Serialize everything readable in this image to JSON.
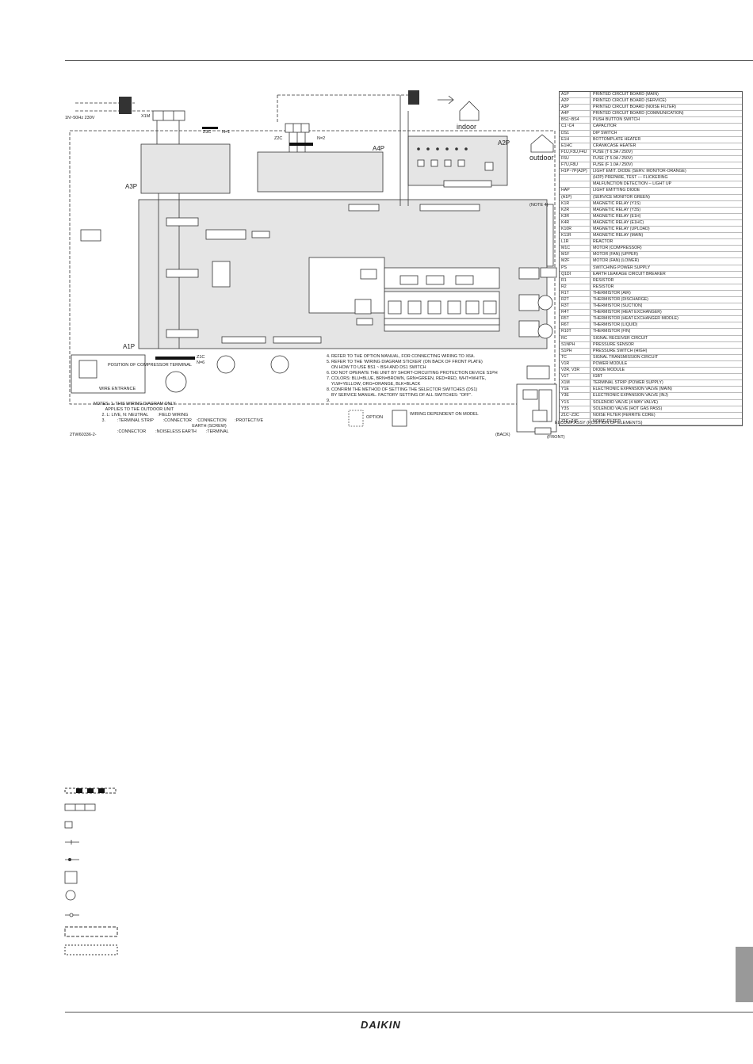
{
  "labels": {
    "power": "1N~50Hz 230V",
    "indoor": "indoor",
    "outdoor": "outdoor",
    "a1p": "A1P",
    "a2p": "A2P",
    "a3p": "A3P",
    "a4p": "A4P",
    "x1m": "X1M",
    "z2c": "Z2C",
    "z2c_n": "N=2",
    "z3c": "Z3C",
    "z3c_n": "N=1",
    "z1c": "Z1C",
    "z1c_n": "N=6",
    "note4": "(NOTE 4)",
    "position": "POSITION OF COMPRESSOR TERMINAL",
    "wire_entrance": "WIRE ENTRANCE",
    "elcomp": "ELCOMP.ASSY (POSITION OF ELEMENTS)",
    "back": "(BACK)",
    "front": "(FRONT)",
    "doc_id": "2TW60336-2-"
  },
  "components": [
    {
      "code": "A1P",
      "desc": "PRINTED CIRCUIT BOARD (MAIN)"
    },
    {
      "code": "A2P",
      "desc": "PRINTED CIRCUIT BOARD (SERVICE)"
    },
    {
      "code": "A3P",
      "desc": "PRINTED CIRCUIT BOARD (NOISE FILTER)"
    },
    {
      "code": "A4P",
      "desc": "PRINTED CIRCUIT BOARD (COMMUNICATION)"
    },
    {
      "code": "BS1~BS4",
      "desc": "PUSH BUTTON SWITCH"
    },
    {
      "code": "C1~C4",
      "desc": "CAPACITOR"
    },
    {
      "code": "DS1",
      "desc": "DIP SWITCH"
    },
    {
      "code": "E1H",
      "desc": "BOTTOMPLATE HEATER"
    },
    {
      "code": "E1HC",
      "desc": "CRANKCASE HEATER"
    },
    {
      "code": "F1U,F3U,F4U",
      "desc": "FUSE (T 6.3A / 250V)"
    },
    {
      "code": "F6U",
      "desc": "FUSE (T 5.0A / 250V)"
    },
    {
      "code": "F7U,F8U",
      "desc": "FUSE (F 1.0A / 250V)"
    },
    {
      "code": "H1P~7P(A2P)",
      "desc": "LIGHT EMIT. DIODE (SERV. MONITOR-ORANGE)"
    },
    {
      "code": "",
      "desc": "(H2P) PREPARE, TEST --- FLICKERING"
    },
    {
      "code": "",
      "desc": "MALFUNCTION DETECTION -- LIGHT UP"
    },
    {
      "code": "HAP",
      "desc": "LIGHT EMITTING DIODE"
    },
    {
      "code": "(A1P)",
      "desc": "(SERVICE MONITOR GREEN)"
    },
    {
      "code": "K1R",
      "desc": "MAGNETIC RELAY (Y1S)"
    },
    {
      "code": "K2R",
      "desc": "MAGNETIC RELAY (Y3S)"
    },
    {
      "code": "K3R",
      "desc": "MAGNETIC RELAY (E1H)"
    },
    {
      "code": "K4R",
      "desc": "MAGNETIC RELAY (E1HC)"
    },
    {
      "code": "K10R",
      "desc": "MAGNETIC RELAY (UPLOAD)"
    },
    {
      "code": "K11R",
      "desc": "MAGNETIC RELAY (MAIN)"
    },
    {
      "code": "L1R",
      "desc": "REACTOR"
    },
    {
      "code": "M1C",
      "desc": "MOTOR (COMPRESSOR)"
    },
    {
      "code": "M1F",
      "desc": "MOTOR (FAN) (UPPER)"
    },
    {
      "code": "M2F",
      "desc": "MOTOR (FAN) (LOWER)"
    },
    {
      "code": "PS",
      "desc": "SWITCHING POWER SUPPLY"
    },
    {
      "code": "Q1DI",
      "desc": "EARTH LEAKAGE CIRCUIT BREAKER"
    },
    {
      "code": "R1",
      "desc": "RESISTOR"
    },
    {
      "code": "R2",
      "desc": "RESISTOR"
    },
    {
      "code": "R1T",
      "desc": "THERMISTOR (AIR)"
    },
    {
      "code": "R2T",
      "desc": "THERMISTOR (DISCHARGE)"
    },
    {
      "code": "R3T",
      "desc": "THERMISTOR (SUCTION)"
    },
    {
      "code": "R4T",
      "desc": "THERMISTOR (HEAT EXCHANGER)"
    },
    {
      "code": "R5T",
      "desc": "THERMISTOR (HEAT EXCHANGER MIDDLE)"
    },
    {
      "code": "R6T",
      "desc": "THERMISTOR (LIQUID)"
    },
    {
      "code": "R10T",
      "desc": "THERMISTOR (FIN)"
    },
    {
      "code": "RC",
      "desc": "SIGNAL RECEIVER CIRCUIT"
    },
    {
      "code": "S1NPH",
      "desc": "PRESSURE SENSOR"
    },
    {
      "code": "S1PH",
      "desc": "PRESSURE SWITCH (HIGH)"
    },
    {
      "code": "TC",
      "desc": "SIGNAL TRANSMISSION CIRCUIT"
    },
    {
      "code": "V1R",
      "desc": "POWER MODULE"
    },
    {
      "code": "V2R, V3R",
      "desc": "DIODE MODULE"
    },
    {
      "code": "V1T",
      "desc": "IGBT"
    },
    {
      "code": "X1M",
      "desc": "TERMINAL STRIP (POWER SUPPLY)"
    },
    {
      "code": "Y1E",
      "desc": "ELECTRONIC EXPANSION VALVE (MAIN)"
    },
    {
      "code": "Y3E",
      "desc": "ELECTRONIC EXPANSION VALVE (INJ)"
    },
    {
      "code": "Y1S",
      "desc": "SOLENOID VALVE (4 WAY VALVE)"
    },
    {
      "code": "Y3S",
      "desc": "SOLENOID VALVE (HOT GAS PASS)"
    },
    {
      "code": "Z1C~Z3C",
      "desc": "NOISE FILTER (FERRITE CORE)"
    },
    {
      "code": "Z1F~Z4F",
      "desc": "NOISE FILTER"
    }
  ],
  "notes_left": "NOTES: 1. THIS WIRING DIAGRAM ONLY\n          APPLIES TO THE OUTDOOR UNIT\n       2. L: LIVE, N: NEUTRAL        :FIELD WIRING\n       3.          :TERMINAL STRIP        :CONNECTOR    :CONNECTION       :PROTECTIVE\n                                                                                   EARTH (SCREW)\n                    :CONNECTOR        :NOISELESS EARTH        :TERMINAL",
  "notes_right": "4. REFER TO THE OPTION MANUAL, FOR CONNECTING WIRING TO X6A.\n5. REFER TO THE 'WIRING DIAGRAM STICKER' (ON BACK OF FRONT PLATE)\n    ON HOW TO USE BS1 ~ BS4 AND DS1 SWITCH\n6. DO NOT OPERATE THE UNIT BY SHORT-CIRCUITING PROTECTION DEVICE S1PH\n7. COLORS: BLU=BLUE, BRN=BROWN, GRN=GREEN, RED=RED, WHT=WHITE,\n    YLW=YELLOW, ORG=ORANGE, BLK=BLACK\n8. CONFIRM THE METHOD OF SETTING THE SELECTOR SWITCHES (DS1)\n    BY SERVICE MANUAL. FACTORY SETTING OF ALL SWITCHES: \"OFF\".\n9.",
  "option_label": "OPTION",
  "wiring_dep_label": "WIRING DEPENDENT\nON MODEL",
  "brand": "DAIKIN"
}
